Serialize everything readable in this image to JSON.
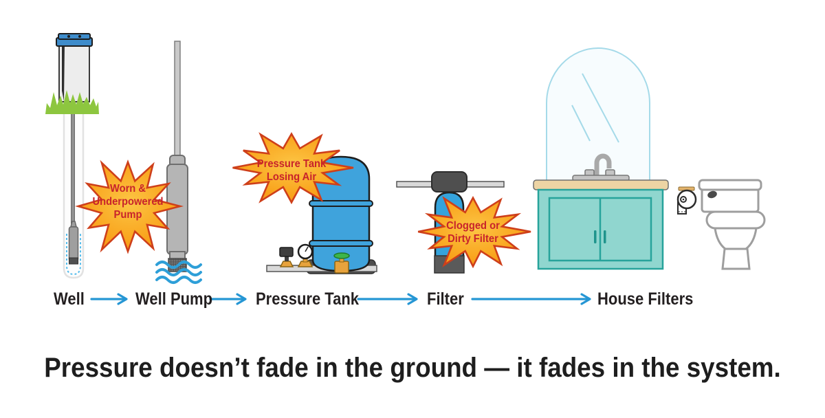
{
  "figure": {
    "caption": "Pressure doesn’t fade in the ground — it fades in the system."
  },
  "flow": {
    "stages": [
      {
        "id": "well",
        "label": "Well"
      },
      {
        "id": "well-pump",
        "label": "Well Pump"
      },
      {
        "id": "pressure-tank",
        "label": "Pressure Tank"
      },
      {
        "id": "filter",
        "label": "Filter"
      },
      {
        "id": "house-filters",
        "label": "House Filters"
      }
    ]
  },
  "callouts": [
    {
      "target": "well-pump",
      "text": "Worn & Underpowered Pump"
    },
    {
      "target": "pressure-tank",
      "text": "Pressure Tank Losing Air"
    },
    {
      "target": "filter",
      "text": "Clogged or Dirty Filter"
    }
  ],
  "icons": [
    {
      "name": "well-icon"
    },
    {
      "name": "well-pump-icon"
    },
    {
      "name": "pressure-tank-icon"
    },
    {
      "name": "filter-icon"
    },
    {
      "name": "house-filters-icon"
    },
    {
      "name": "flow-arrow-icon"
    },
    {
      "name": "starburst-icon"
    }
  ],
  "colors": {
    "background": "#FFFFFF",
    "arrow_blue": "#2596D4",
    "label_text": "#231F20",
    "caption_text": "#1E1E1E",
    "starburst_fill": "#F9A824",
    "starburst_stroke": "#CE3F1A",
    "callout_text": "#C8232B",
    "tank_blue": "#3FA3DC",
    "water_blue": "#2E9FD8",
    "grass_green": "#8DC63F",
    "vanity_teal": "#90D6CF",
    "vanity_teal_dark": "#27A39B",
    "countertop_tan": "#EDD4A4",
    "shower_glass_blue": "#A5DAE9",
    "metal_gray": "#B5B5B5",
    "brass": "#E8A33D"
  }
}
